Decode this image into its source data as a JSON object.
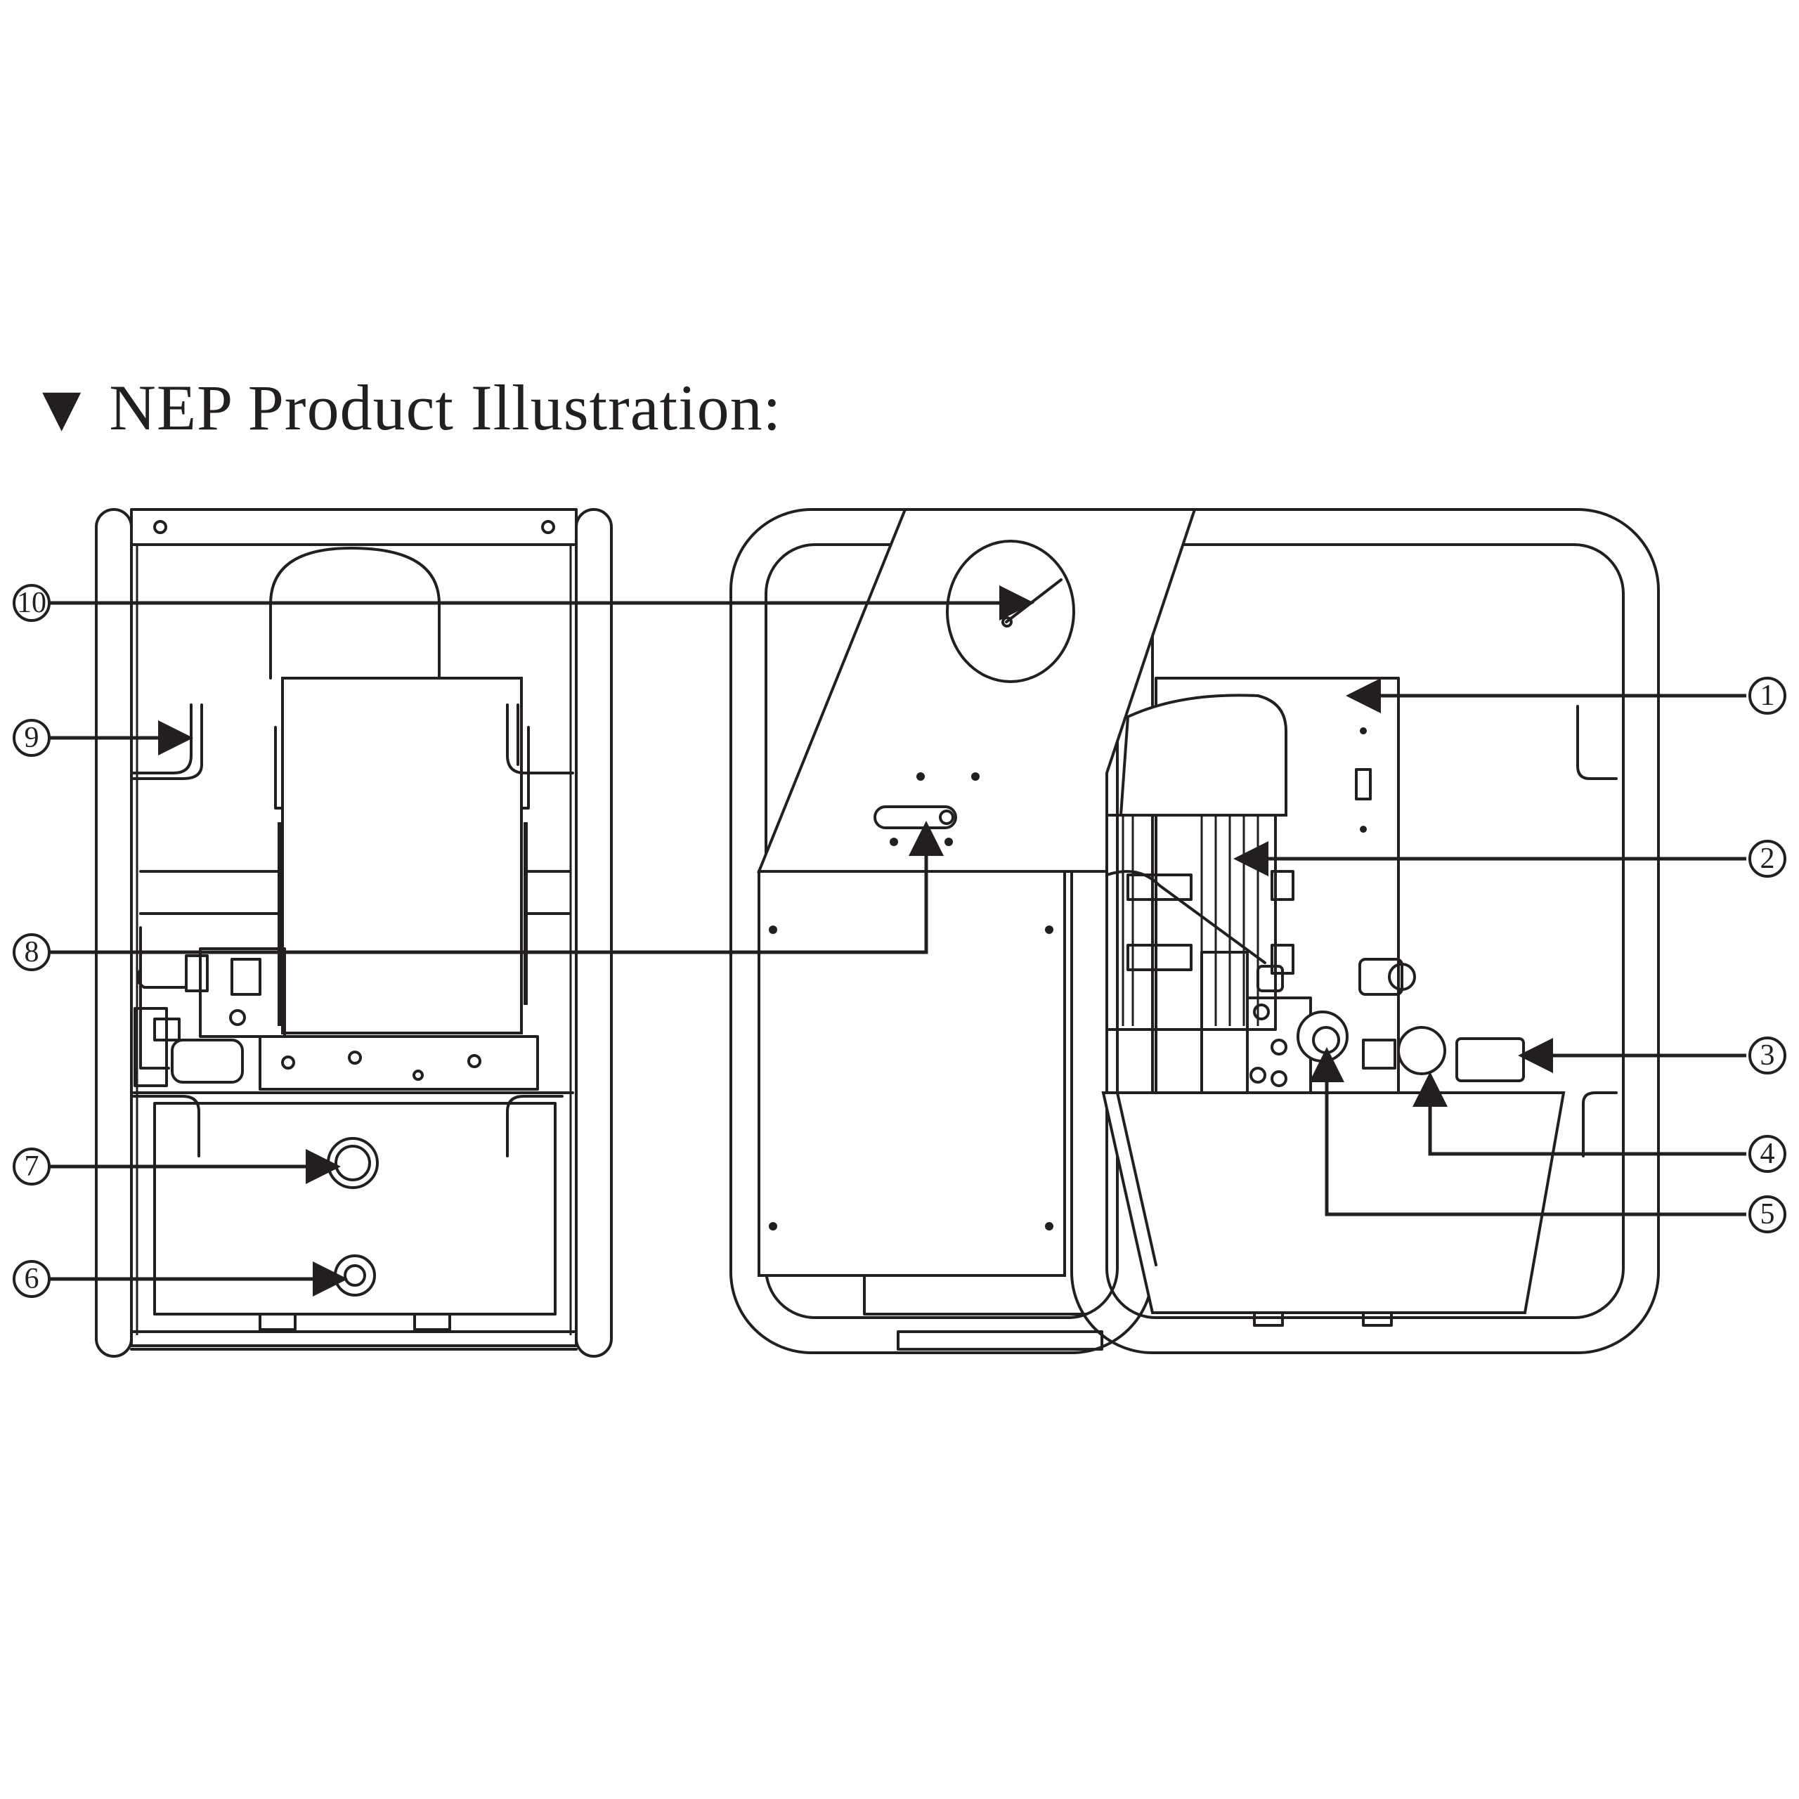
{
  "title": {
    "marker": "▼",
    "text": "NEP Product Illustration:"
  },
  "callouts": [
    {
      "id": "c1",
      "label": "1"
    },
    {
      "id": "c2",
      "label": "2"
    },
    {
      "id": "c3",
      "label": "3"
    },
    {
      "id": "c4",
      "label": "4"
    },
    {
      "id": "c5",
      "label": "5"
    },
    {
      "id": "c6",
      "label": "6"
    },
    {
      "id": "c7",
      "label": "7"
    },
    {
      "id": "c8",
      "label": "8"
    },
    {
      "id": "c9",
      "label": "9"
    },
    {
      "id": "c10",
      "label": "10"
    }
  ]
}
